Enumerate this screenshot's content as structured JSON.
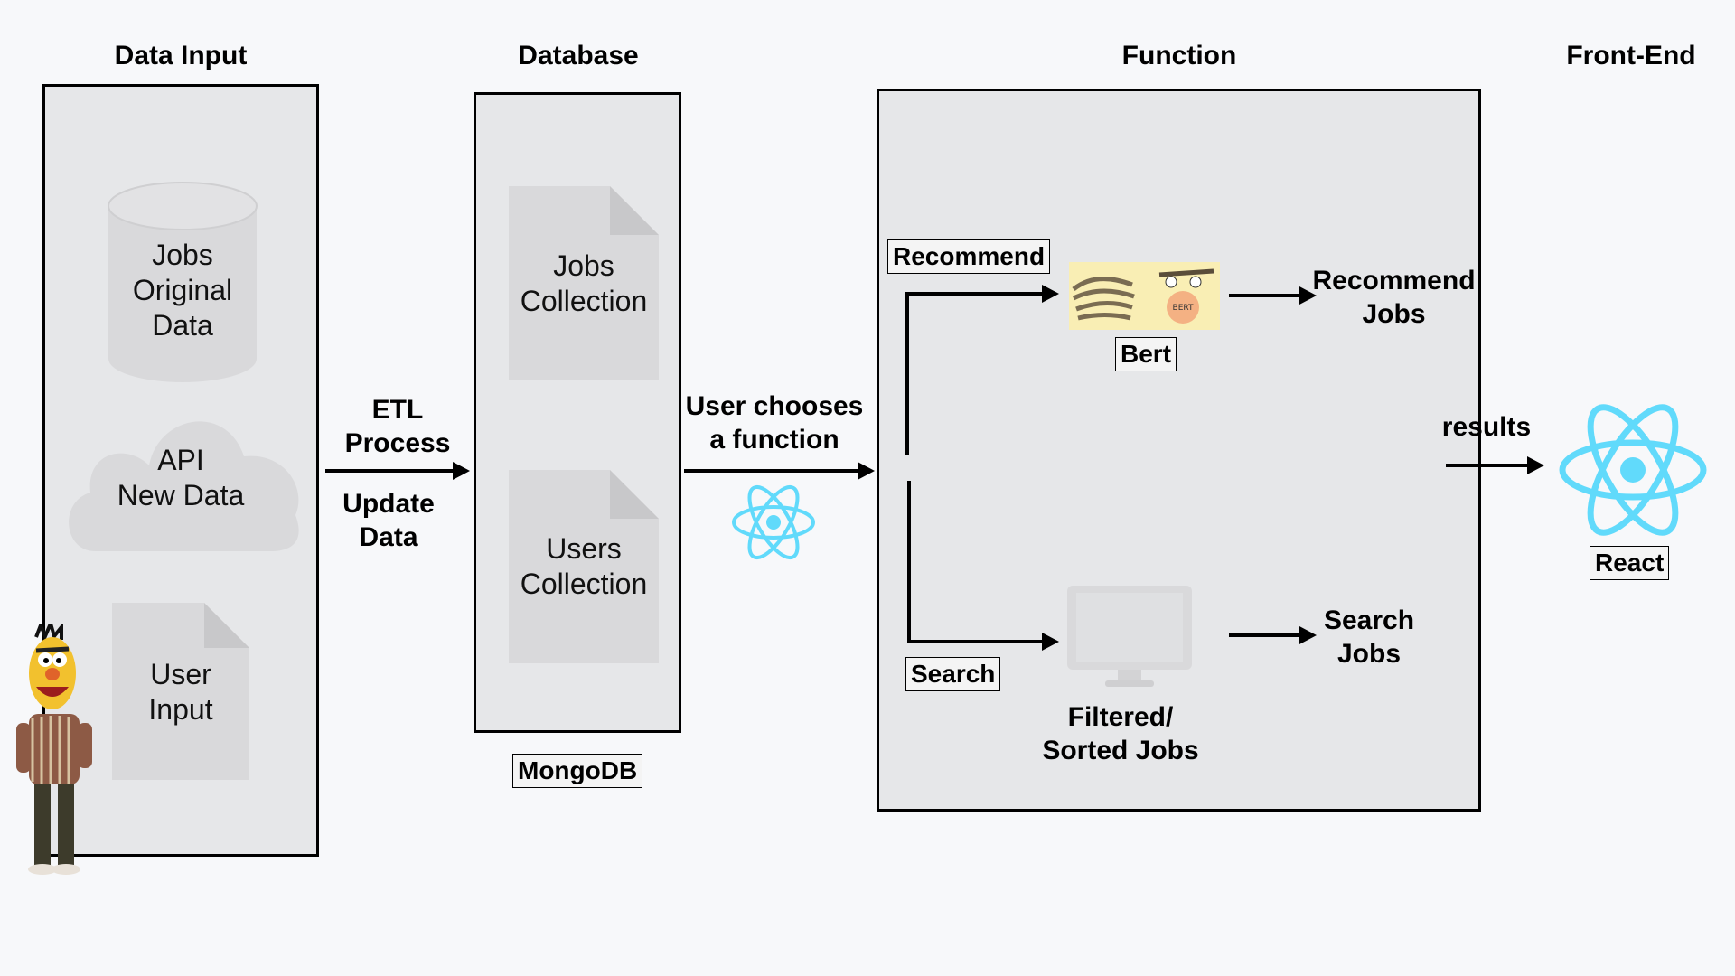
{
  "headings": {
    "data_input": "Data Input",
    "database": "Database",
    "function": "Function",
    "front_end": "Front-End"
  },
  "data_input": {
    "jobs_original_data": "Jobs\nOriginal\nData",
    "api_new_data": "API\nNew Data",
    "user_input": "User\nInput"
  },
  "etl": {
    "process": "ETL\nProcess",
    "update": "Update\nData"
  },
  "database": {
    "jobs_collection": "Jobs\nCollection",
    "users_collection": "Users\nCollection",
    "mongodb": "MongoDB"
  },
  "transition": {
    "user_chooses": "User chooses\na function"
  },
  "function": {
    "recommend": "Recommend",
    "bert": "Bert",
    "bert_badge": "BERT",
    "recommend_jobs": "Recommend\nJobs",
    "search": "Search",
    "filtered_sorted": "Filtered/\nSorted Jobs",
    "search_jobs": "Search\nJobs"
  },
  "front_end": {
    "results": "results",
    "react": "React"
  },
  "colors": {
    "panel": "#e6e7e9",
    "shape": "#d9d9db",
    "react": "#61dafb",
    "background": "#f7f8fa"
  },
  "icons": [
    "database-cylinder-icon",
    "cloud-icon",
    "document-icon",
    "react-logo-icon",
    "monitor-icon",
    "bert-puppet-figure"
  ]
}
